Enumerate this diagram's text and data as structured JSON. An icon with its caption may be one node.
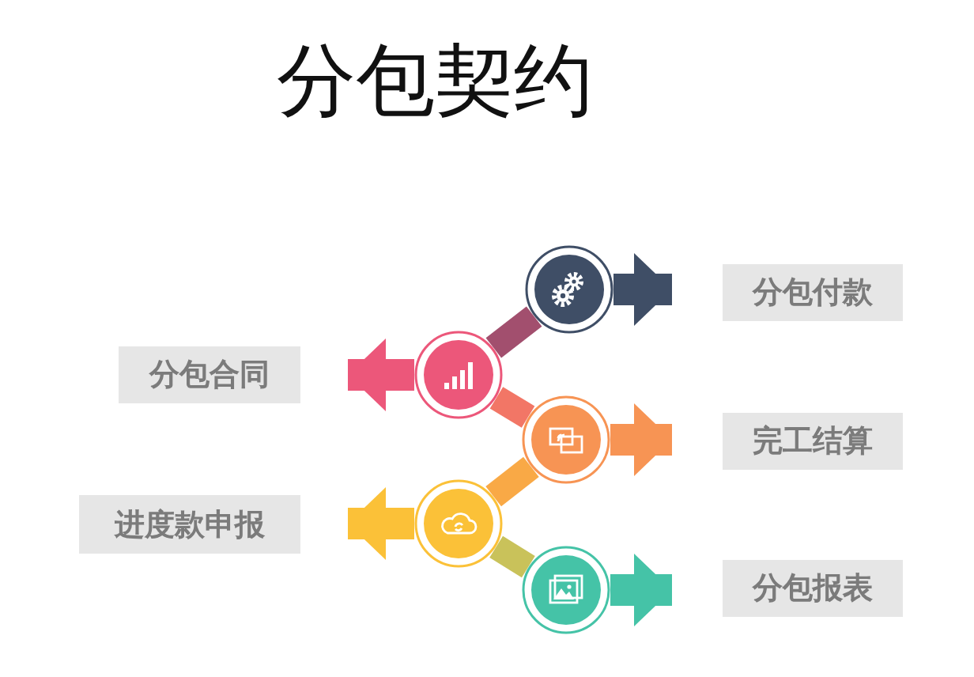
{
  "diagram": {
    "title": "分包契约",
    "nodes": [
      {
        "text": [
          "分包付款"
        ]
      },
      {
        "text": [
          "分包合同"
        ]
      },
      {
        "text": [
          "完工结算"
        ]
      },
      {
        "text": [
          "进度款申报"
        ]
      },
      {
        "text": [
          "分包报表"
        ]
      },
      {
        "text": [],
        "shape": "circle"
      },
      {
        "text": [],
        "shape": "circle"
      },
      {
        "text": [],
        "shape": "circle"
      },
      {
        "text": [],
        "shape": "circle"
      },
      {
        "text": [],
        "shape": "circle"
      }
    ],
    "edges": [
      {
        "from": 5,
        "to": 0,
        "arrow": "to",
        "color": "#3f4e66"
      },
      {
        "from": 6,
        "to": 1,
        "arrow": "to",
        "color": "#ec577a"
      },
      {
        "from": 7,
        "to": 2,
        "arrow": "to",
        "color": "#f79454"
      },
      {
        "from": 8,
        "to": 3,
        "arrow": "to",
        "color": "#fbc138"
      },
      {
        "from": 9,
        "to": 4,
        "arrow": "to",
        "color": "#45c3a7"
      },
      {
        "from": 6,
        "to": 5,
        "arrow": "none",
        "color": "#a24f6e"
      },
      {
        "from": 6,
        "to": 7,
        "arrow": "none",
        "color": "#f27666"
      },
      {
        "from": 7,
        "to": 8,
        "arrow": "none",
        "color": "#f9a946"
      },
      {
        "from": 8,
        "to": 9,
        "arrow": "none",
        "color": "#c9c25a"
      }
    ]
  }
}
